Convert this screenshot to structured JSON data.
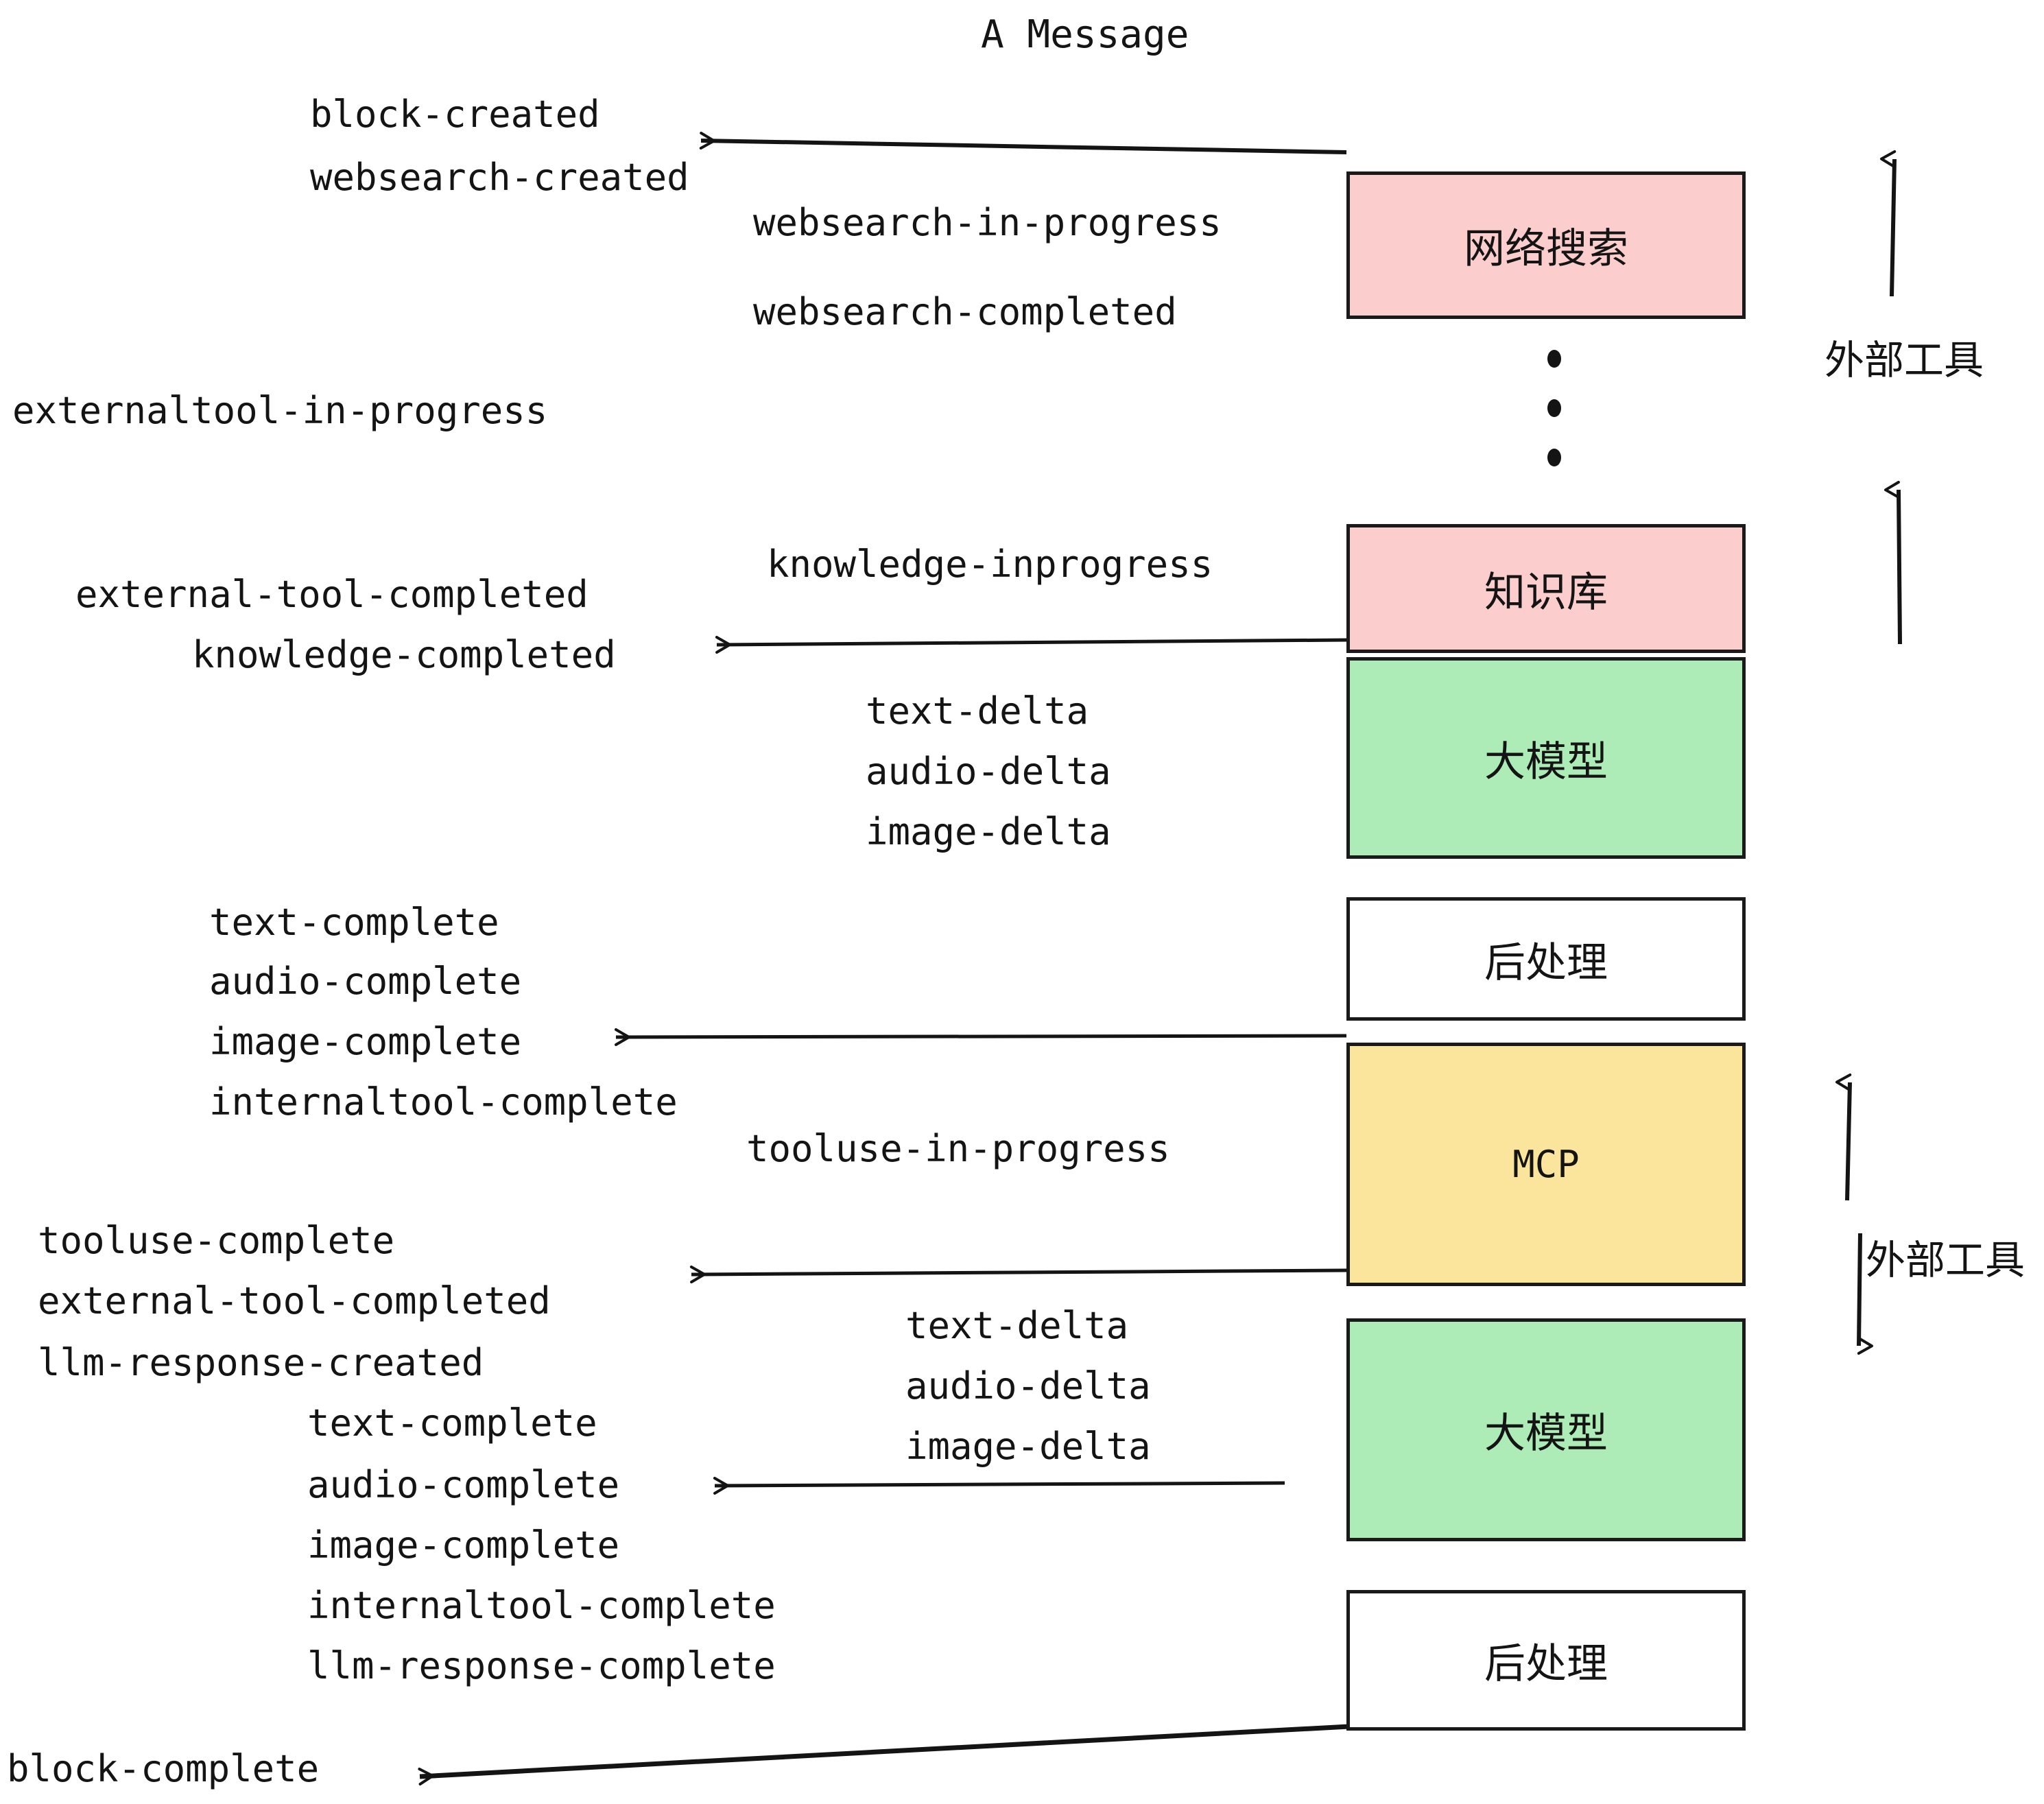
{
  "title": "A Message",
  "colors": {
    "pink": "#FBCDCD",
    "green": "#ADEBB7",
    "yellow": "#FBE59D",
    "white": "#FFFFFF",
    "stroke": "#1A1A1A",
    "text": "#141414"
  },
  "nodes": [
    {
      "id": "websearch",
      "label": "网络搜索",
      "fill": "pink"
    },
    {
      "id": "knowledge",
      "label": "知识库",
      "fill": "pink"
    },
    {
      "id": "llm-top",
      "label": "大模型",
      "fill": "green"
    },
    {
      "id": "post-top",
      "label": "后处理",
      "fill": "white"
    },
    {
      "id": "mcp",
      "label": "MCP",
      "fill": "yellow"
    },
    {
      "id": "llm-bottom",
      "label": "大模型",
      "fill": "green"
    },
    {
      "id": "post-bottom",
      "label": "后处理",
      "fill": "white"
    }
  ],
  "side_labels": [
    {
      "id": "external-tool-top",
      "text": "外部工具"
    },
    {
      "id": "external-tool-bottom",
      "text": "外部工具"
    }
  ],
  "events": {
    "left_column": [
      "block-created",
      "websearch-created",
      "externaltool-in-progress",
      "external-tool-completed",
      "knowledge-completed",
      "text-complete",
      "audio-complete",
      "image-complete",
      "internaltool-complete",
      "tooluse-complete",
      "external-tool-completed",
      "llm-response-created",
      "text-complete",
      "audio-complete",
      "image-complete",
      "internaltool-complete",
      "llm-response-complete",
      "block-complete"
    ],
    "right_column": [
      "websearch-in-progress",
      "websearch-completed",
      "knowledge-inprogress",
      "text-delta",
      "audio-delta",
      "image-delta",
      "tooluse-in-progress",
      "text-delta",
      "audio-delta",
      "image-delta"
    ]
  },
  "labels": {
    "block_created": "block-created",
    "websearch_created": "websearch-created",
    "websearch_in_progress": "websearch-in-progress",
    "websearch_completed": "websearch-completed",
    "externaltool_in_progress": "externaltool-in-progress",
    "knowledge_inprogress": "knowledge-inprogress",
    "external_tool_completed_1": "external-tool-completed",
    "knowledge_completed": "knowledge-completed",
    "text_delta_1": "text-delta",
    "audio_delta_1": "audio-delta",
    "image_delta_1": "image-delta",
    "text_complete_1": "text-complete",
    "audio_complete_1": "audio-complete",
    "image_complete_1": "image-complete",
    "internaltool_complete_1": "internaltool-complete",
    "tooluse_in_progress": "tooluse-in-progress",
    "tooluse_complete": "tooluse-complete",
    "external_tool_completed_2": "external-tool-completed",
    "llm_response_created": "llm-response-created",
    "text_delta_2": "text-delta",
    "audio_delta_2": "audio-delta",
    "image_delta_2": "image-delta",
    "text_complete_2": "text-complete",
    "audio_complete_2": "audio-complete",
    "image_complete_2": "image-complete",
    "internaltool_complete_2": "internaltool-complete",
    "llm_response_complete": "llm-response-complete",
    "block_complete": "block-complete"
  },
  "node_labels": {
    "websearch": "网络搜索",
    "knowledge": "知识库",
    "llm_top": "大模型",
    "post_top": "后处理",
    "mcp": "MCP",
    "llm_bottom": "大模型",
    "post_bottom": "后处理"
  },
  "side_label_text": {
    "top": "外部工具",
    "bottom": "外部工具"
  }
}
